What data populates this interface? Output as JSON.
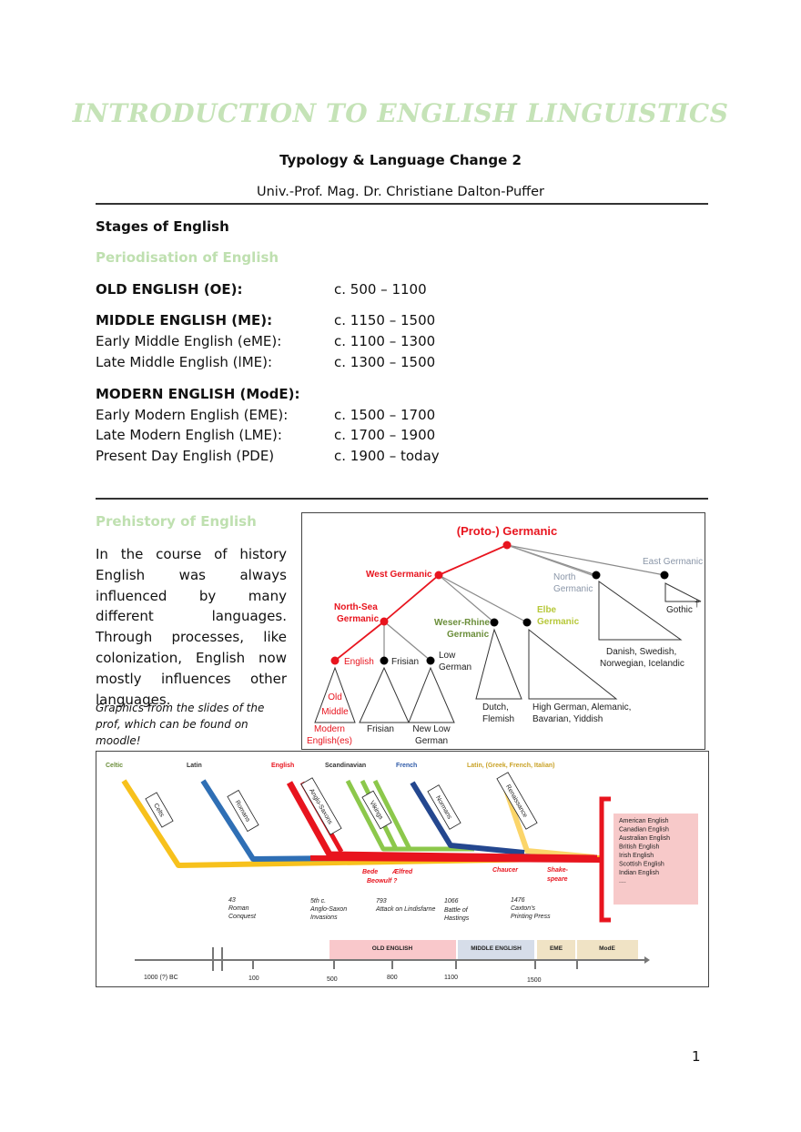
{
  "header": {
    "title": "INTRODUCTION TO ENGLISH LINGUISTICS",
    "subtitle": "Typology & Language Change 2",
    "author": "Univ.-Prof. Mag. Dr. Christiane Dalton-Puffer"
  },
  "stages": {
    "heading": "Stages of English",
    "subheading": "Periodisation of English",
    "rows": [
      {
        "label": "OLD ENGLISH (OE):",
        "dates": "c. 500 – 1100",
        "bold": true
      },
      {
        "label": "MIDDLE ENGLISH (ME):",
        "dates": "c. 1150 – 1500",
        "bold": true
      },
      {
        "label": "Early Middle English (eME):",
        "dates": "c. 1100 – 1300",
        "bold": false
      },
      {
        "label": "Late Middle English (lME):",
        "dates": "c. 1300 – 1500",
        "bold": false
      },
      {
        "label": "MODERN ENGLISH (ModE):",
        "dates": "",
        "bold": true
      },
      {
        "label": "Early Modern English (EME):",
        "dates": "c. 1500 – 1700",
        "bold": false
      },
      {
        "label": "Late Modern English (LME):",
        "dates": "c. 1700 – 1900",
        "bold": false
      },
      {
        "label": "Present Day English (PDE)",
        "dates": "c. 1900 – today",
        "bold": false
      }
    ]
  },
  "prehistory": {
    "heading": "Prehistory of English",
    "paragraph": "In the course of history English was always influenced by many different languages. Through processes, like colonization, English now mostly influences other languages.",
    "note": "Graphics from the slides of the prof, which can be found on moodle!"
  },
  "tree_figure": {
    "root": "(Proto-) Germanic",
    "west": "West Germanic",
    "north": [
      "North",
      "Germanic"
    ],
    "east": "East Germanic",
    "gothic": "Gothic",
    "dagger": "†",
    "north_sea": [
      "North-Sea",
      "Germanic"
    ],
    "weser_rhine": [
      "Weser-Rhine",
      "Germanic"
    ],
    "elbe": [
      "Elbe",
      "Germanic"
    ],
    "english": "English",
    "frisian": "Frisian",
    "low_german": [
      "Low",
      "German"
    ],
    "english_tri": [
      "Old",
      "Middle"
    ],
    "english_out": [
      "Modern",
      "English(es)"
    ],
    "frisian_out": "Frisian",
    "low_german_out": [
      "New Low",
      "German"
    ],
    "weser_out": [
      "Dutch,",
      "Flemish"
    ],
    "elbe_out": [
      "High German, Alemanic,",
      "Bavarian, Yiddish"
    ],
    "north_out": [
      "Danish, Swedish,",
      "Norwegian, Icelandic"
    ],
    "colors": {
      "red": "#e8141e",
      "grey": "#8a96a8",
      "olive": "#6b8e3a",
      "elbe": "#b7c83a"
    }
  },
  "timeline_figure": {
    "sources": [
      {
        "label": "Celtic",
        "color": "#6b8e3a"
      },
      {
        "label": "Latin",
        "color": "#333333"
      },
      {
        "label": "English",
        "color": "#e8141e"
      },
      {
        "label": "Scandinavian",
        "color": "#333333"
      },
      {
        "label": "French",
        "color": "#2e5aa8"
      },
      {
        "label": "Latin, (Greek, French, Italian)",
        "color": "#c9a227"
      }
    ],
    "peoples": [
      "Celts",
      "Romans",
      "Anglo-Saxons",
      "Vikings",
      "Normans",
      "Renaissance"
    ],
    "figures": [
      "Bede",
      "Ælfred",
      "Beowulf ?",
      "Chaucer",
      "Shake-",
      "speare"
    ],
    "events": [
      {
        "year": "43",
        "lines": [
          "Roman",
          "Conquest"
        ]
      },
      {
        "year": "5th c.",
        "lines": [
          "Anglo-Saxon",
          "Invasions"
        ]
      },
      {
        "year": "793",
        "lines": [
          "Attack on Lindisfarne"
        ]
      },
      {
        "year": "1066",
        "lines": [
          "Battle of",
          "Hastings"
        ]
      },
      {
        "year": "1476",
        "lines": [
          "Caxton's",
          "Printing Press"
        ]
      }
    ],
    "varieties": [
      "American English",
      "Canadian English",
      "Australian English",
      "British English",
      "Irish English",
      "Scottish English",
      "Indian English",
      "...."
    ],
    "periods": [
      {
        "label": "OLD ENGLISH",
        "color": "#f9c8cb"
      },
      {
        "label": "MIDDLE ENGLISH",
        "color": "#d6dde9"
      },
      {
        "label": "EME",
        "color": "#f0e3c5"
      },
      {
        "label": "ModE",
        "color": "#f0e3c5"
      }
    ],
    "ticks": [
      "1000 (?) BC",
      "100",
      "500",
      "800",
      "1100",
      "1500"
    ],
    "colors": {
      "yellow": "#f7c11c",
      "blue": "#2f6fb5",
      "red": "#e8141e",
      "green": "#8cc84b",
      "navy": "#24478f",
      "lightyellow": "#fbd56a"
    }
  },
  "page": {
    "number": "1"
  }
}
